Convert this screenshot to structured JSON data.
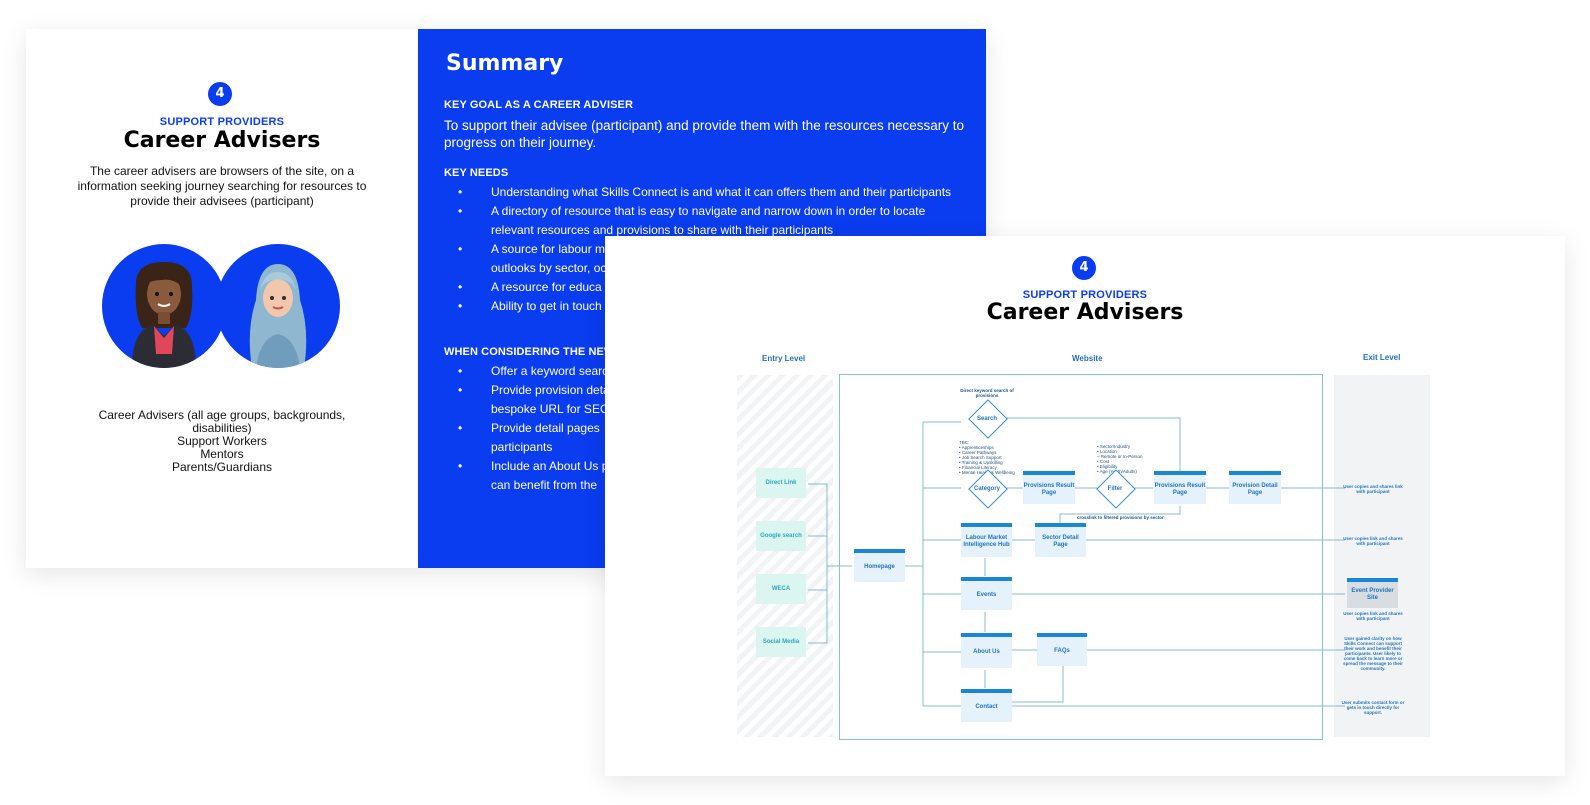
{
  "slide1": {
    "number": "4",
    "eyebrow": "SUPPORT PROVIDERS",
    "title": "Career Advisers",
    "description": "The career advisers are browsers of the site, on a information seeking journey searching for resources to provide their advisees (participant)",
    "audience": [
      "Career Advisers (all age groups, backgrounds, disabilities)",
      "Support Workers",
      "Mentors",
      "Parents/Guardians"
    ],
    "summary_title": "Summary",
    "key_goal_heading": "KEY GOAL AS A CAREER ADVISER",
    "key_goal_text": "To support their advisee (participant) and provide them with the resources necessary to progress on their journey.",
    "key_needs_heading": "KEY NEEDS",
    "key_needs": [
      "Understanding what Skills Connect is and what it can offers them and their participants",
      "A directory of resource that is easy to navigate and narrow down in order to locate relevant resources and provisions to share with their participants",
      "A source for labour m",
      "outlooks by sector, oc",
      "A resource for educa",
      "Ability to get in touch"
    ],
    "considering_heading": "WHEN CONSIDERING THE NEW",
    "considering": [
      "Offer a keyword searc",
      "Provide provision deta",
      "bespoke URL for SEO a",
      "Provide detail pages",
      "participants",
      "Include an About Us p",
      "can benefit from the"
    ],
    "accent_color": "#0a3cf0"
  },
  "slide2": {
    "number": "4",
    "eyebrow": "SUPPORT PROVIDERS",
    "title": "Career Advisers",
    "lanes": {
      "entry": "Entry Level",
      "website": "Website",
      "exit": "Exit Level"
    },
    "entry_points": [
      "Direct Link",
      "Google search",
      "WECA",
      "Social Media"
    ],
    "nodes": {
      "homepage": "Homepage",
      "search": "Search",
      "category": "Category",
      "filter": "Filter",
      "provisions_result_1": "Provisions Result Page",
      "provisions_result_2": "Provisions Result Page",
      "provision_detail": "Provision Detail Page",
      "lmi_hub": "Labour Market Intelligence Hub",
      "sector_detail": "Sector Detail Page",
      "events": "Events",
      "about_us": "About Us",
      "faqs": "FAQs",
      "contact": "Contact",
      "event_provider_site": "Event Provider Site"
    },
    "notes": {
      "search_note": "Direct keyword search of provisions",
      "tbc_list": [
        "TBC:",
        "• Apprenticeships",
        "• Career Pathways",
        "• Job Search Support",
        "• Training & Upskilling",
        "• Financial Literacy",
        "• Mental Health & Wellbeing"
      ],
      "filter_list": [
        "• Sector/Industry",
        "• Location",
        "   – Remote or In-Person",
        "• Cost",
        "• Eligibility",
        "• Age (Youth/Adults)"
      ],
      "crosslink": "crosslink to filtered provisions by sector"
    },
    "exit_notes": [
      "User copies and shares link with participant",
      "User copies link and shares with participant",
      "User copies link and shares with participant",
      "User gained clarity on how Skills Connect can support their work and benefit their participants. User likely to come back to learn more or spread the message to their community.",
      "User submits contact form or gets in touch directly for support."
    ],
    "line_color": "#86b8d8"
  }
}
